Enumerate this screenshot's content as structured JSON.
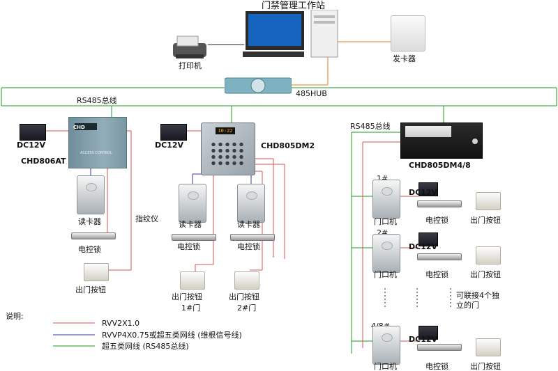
{
  "title": "门禁管理工作站",
  "devices": {
    "printer": "打印机",
    "card_issuer": "发卡器",
    "hub": "485HUB",
    "rs485_a": "RS485总线",
    "rs485_b": "RS485总线",
    "dc12v_1": "DC12V",
    "ctrl806": "CHD806AT",
    "dc12v_2": "DC12V",
    "ctrl805dm2": "CHD805DM2",
    "ctrl805dm48": "CHD805DM4/8",
    "lcd_time": "10:22",
    "reader_1": "读卡器",
    "fingerprint": "指纹仪",
    "lock_1": "电控锁",
    "exit_1": "出门按钮",
    "reader_2": "读卡器",
    "reader_3": "读卡器",
    "lock_2": "电控锁",
    "lock_3": "电控锁",
    "exit_2": "出门按钮",
    "exit_3": "出门按钮",
    "door_1": "1#门",
    "door_2": "2#门",
    "ctrl_logo": "CHD",
    "ctrl_text": "ACCESS CONTROL"
  },
  "right_doors": [
    {
      "num": "1#",
      "dc": "DC12V",
      "reader": "门口机",
      "lock": "电控锁",
      "exit": "出门按钮"
    },
    {
      "num": "2#",
      "dc": "DC12V",
      "reader": "门口机",
      "lock": "电控锁",
      "exit": "出门按钮"
    },
    {
      "num": "4/8#",
      "dc": "DC12V",
      "reader": "门口机",
      "lock": "电控锁",
      "exit": "出门按钮"
    }
  ],
  "expand_note_1": "可联接4个独",
  "expand_note_2": "立的门",
  "legend": {
    "title": "说明:",
    "items": [
      {
        "label": "RVV2X1.0",
        "color": "#d9534f"
      },
      {
        "label": "RVVP4X0.75或超五类网线 (维根信号线)",
        "color": "#3a3aa8"
      },
      {
        "label": "超五类网线 (RS485总线)",
        "color": "#1f9a1f"
      }
    ]
  },
  "colors": {
    "green": "#1f9a1f",
    "red": "#d9534f",
    "blue": "#3a3aa8",
    "orange": "#e67e22",
    "black": "#222222"
  }
}
